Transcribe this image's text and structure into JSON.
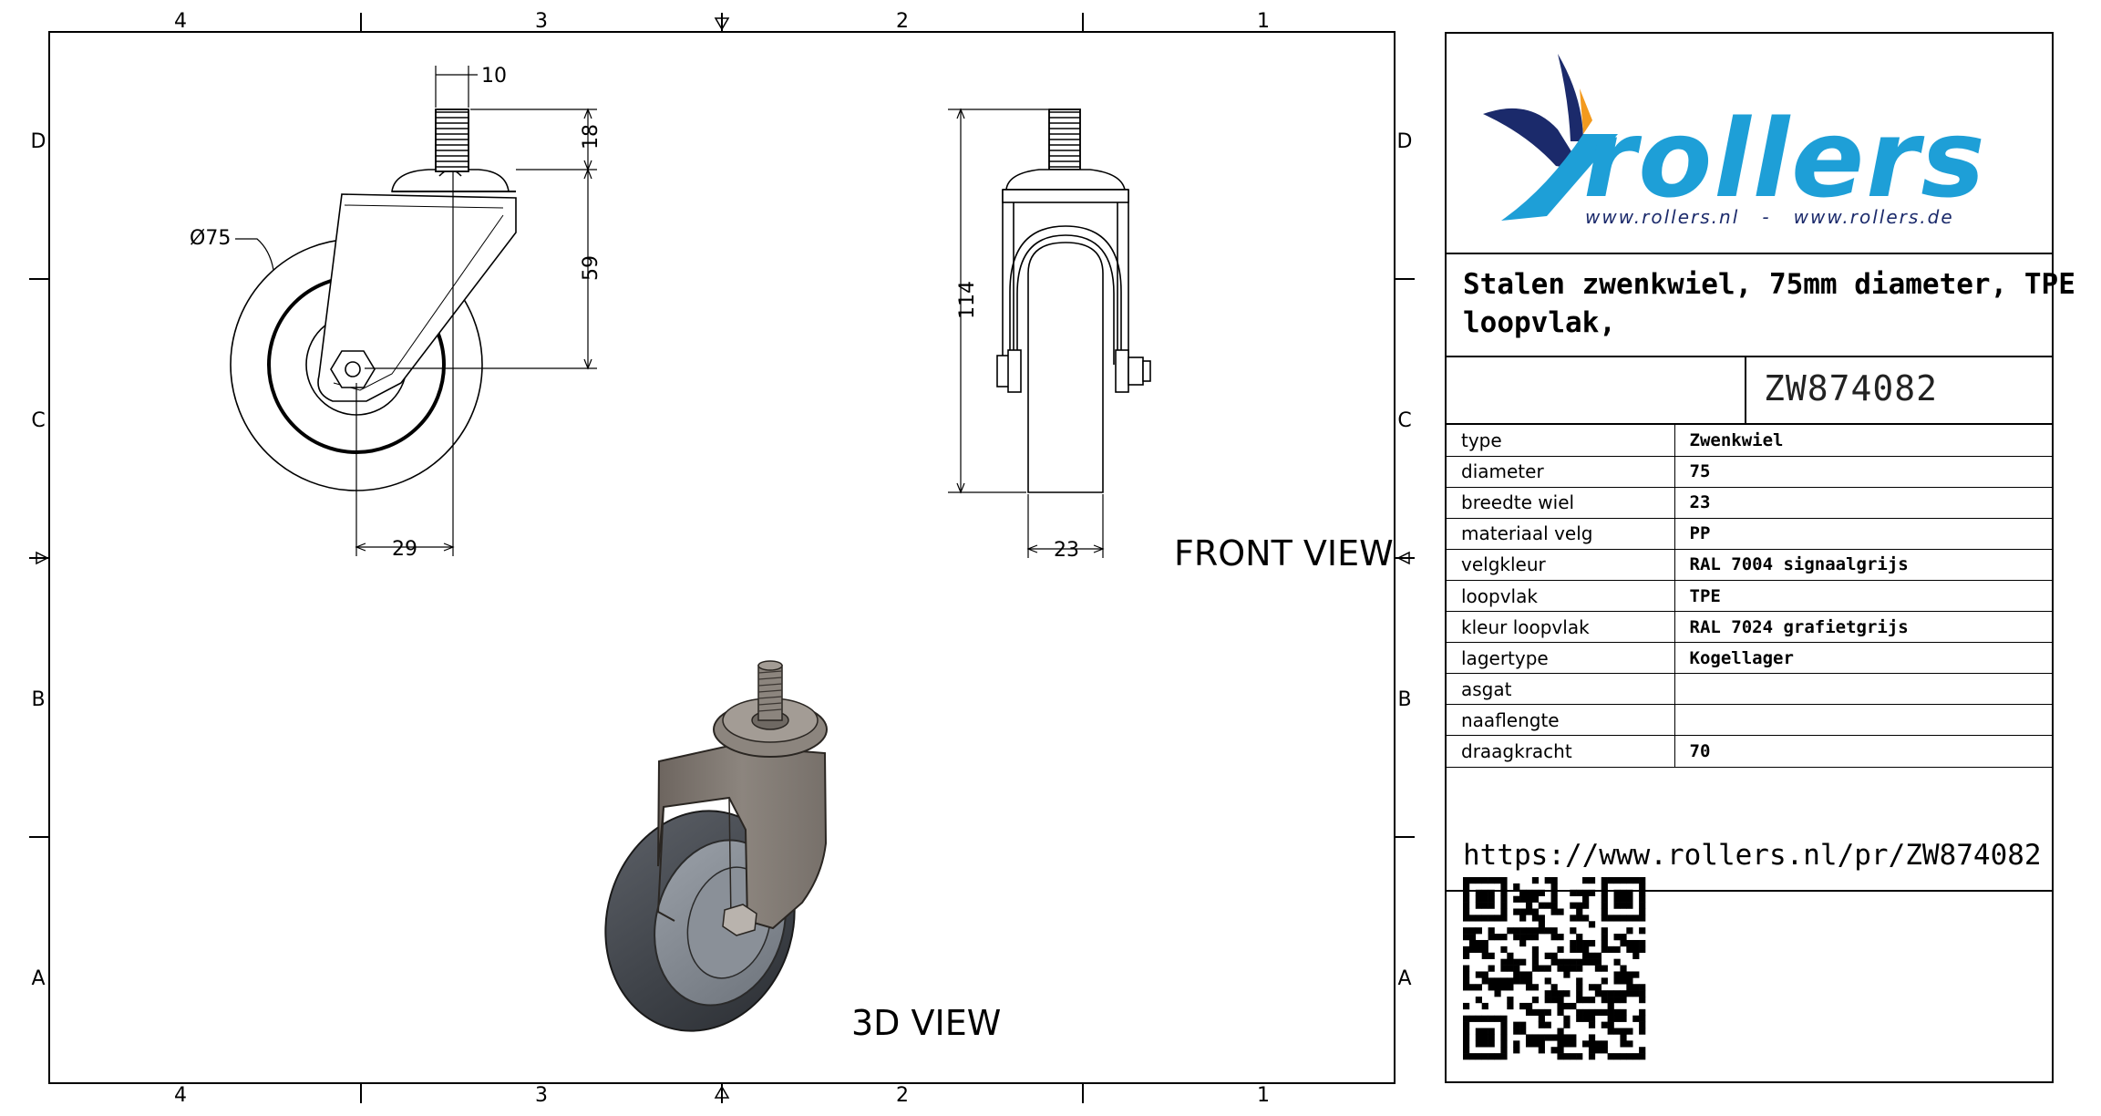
{
  "border": {
    "column_labels": [
      "4",
      "3",
      "2",
      "1"
    ],
    "row_labels": [
      "D",
      "C",
      "B",
      "A"
    ]
  },
  "dimensions": {
    "stem_diameter": "10",
    "stem_height": "18",
    "swivel_height": "59",
    "wheel_diameter": "Ø75",
    "offset": "29",
    "total_height": "114",
    "wheel_width": "23"
  },
  "views": {
    "front_view": "FRONT VIEW",
    "three_d_view": "3D VIEW"
  },
  "logo": {
    "wordmark": "rollers",
    "urls": "www.rollers.nl   -   www.rollers.de",
    "colors": {
      "blue": "#1E9FD7",
      "navy": "#1B2A6B",
      "orange": "#F39A1E"
    }
  },
  "title": "Stalen zwenkwiel, 75mm diameter, TPE loopvlak,",
  "part_number": "ZW874082",
  "specs": [
    {
      "key": "type",
      "value": "Zwenkwiel"
    },
    {
      "key": "diameter",
      "value": "75"
    },
    {
      "key": "breedte wiel",
      "value": "23"
    },
    {
      "key": "materiaal velg",
      "value": "PP"
    },
    {
      "key": "velgkleur",
      "value": "RAL 7004 signaalgrijs"
    },
    {
      "key": "loopvlak",
      "value": "TPE"
    },
    {
      "key": "kleur loopvlak",
      "value": "RAL 7024 grafietgrijs"
    },
    {
      "key": "lagertype",
      "value": "Kogellager"
    },
    {
      "key": "asgat",
      "value": ""
    },
    {
      "key": "naaflengte",
      "value": ""
    },
    {
      "key": "draagkracht",
      "value": "70"
    }
  ],
  "url": "https://www.rollers.nl/pr/ZW874082"
}
